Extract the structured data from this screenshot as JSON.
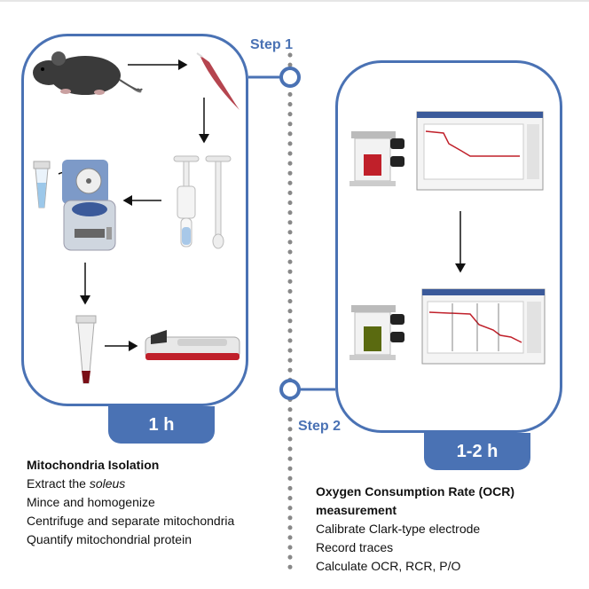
{
  "step1": {
    "label": "Step 1",
    "duration": "1 h"
  },
  "step2": {
    "label": "Step 2",
    "duration": "1-2 h"
  },
  "isolation": {
    "heading": "Mitochondria Isolation",
    "line1_pre": "Extract the ",
    "line1_italic": "soleus",
    "line2": "Mince and homogenize",
    "line3": "Centrifuge and separate mitochondria",
    "line4": "Quantify mitochondrial protein"
  },
  "ocr": {
    "heading_line1": "Oxygen Consumption Rate (OCR)",
    "heading_line2": "measurement",
    "line1": "Calibrate Clark-type electrode",
    "line2": "Record traces",
    "line3": "Calculate OCR, RCR, P/O"
  },
  "colors": {
    "accent": "#4a72b4",
    "muscle": "#b5454f",
    "sample_red": "#c0202a",
    "sample_green": "#5a6a10"
  },
  "icons": [
    "mouse-icon",
    "muscle-icon",
    "homogenizer-icon",
    "centrifuge-icon",
    "tube-icon",
    "spectrophotometer-icon",
    "oxygraph-icon",
    "trace-chart-icon"
  ]
}
